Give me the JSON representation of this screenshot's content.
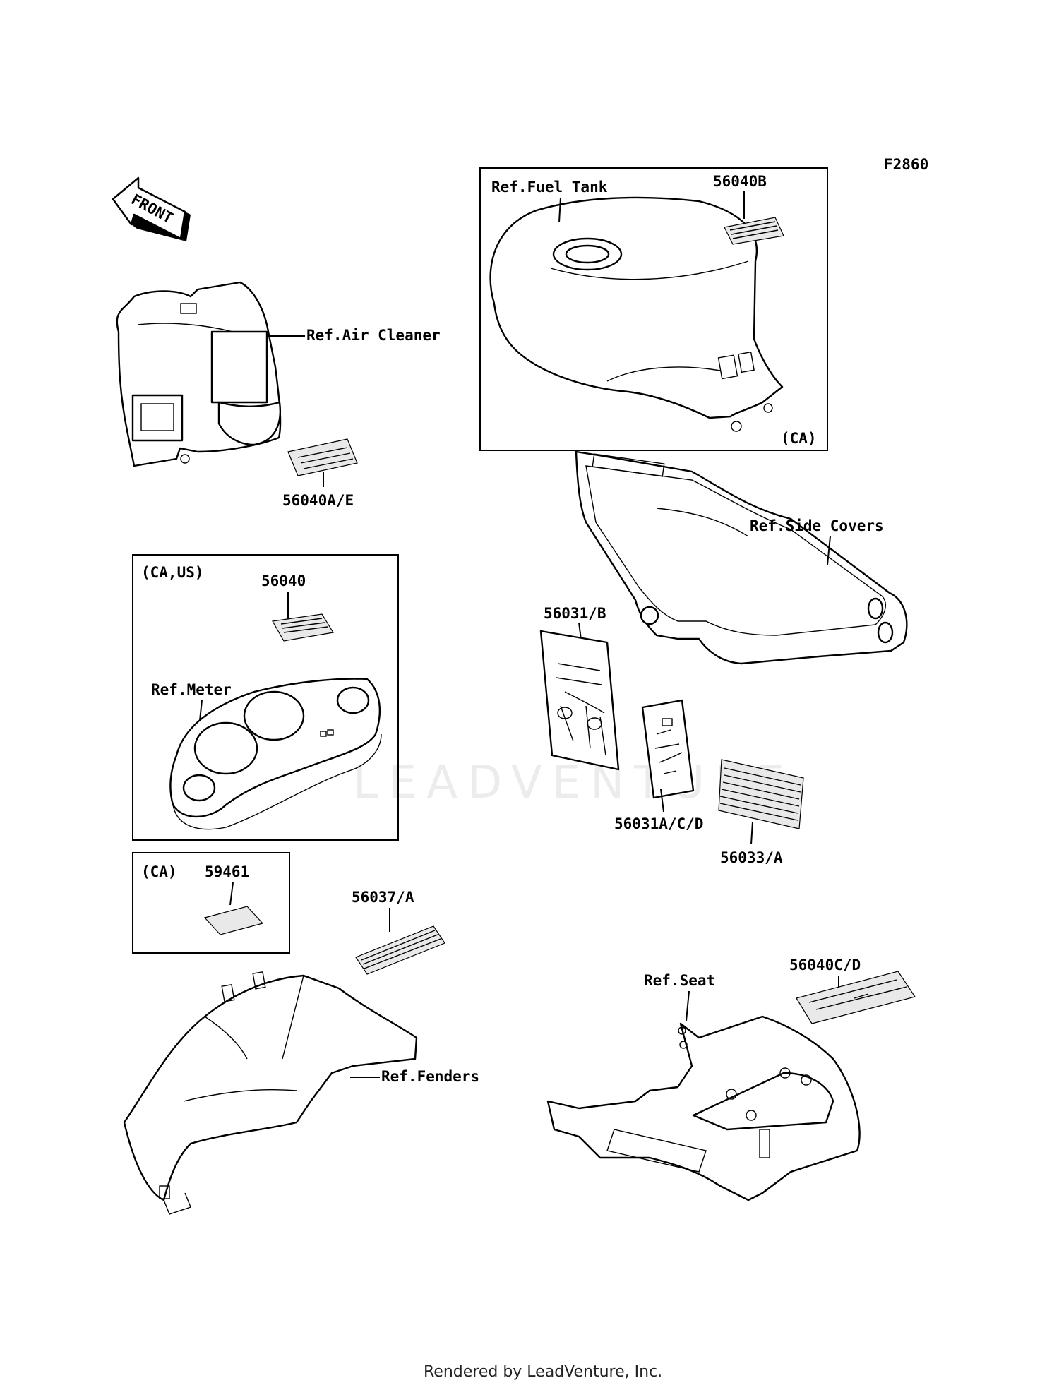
{
  "figure_code": "F2860",
  "front_label": "FRONT",
  "footer": "Rendered by LeadVenture, Inc.",
  "watermark": "LEADVENTURE",
  "boxes": {
    "fuel_tank_region": "(CA)",
    "meter_region": "(CA,US)",
    "decal_region": "(CA)"
  },
  "refs": {
    "air_cleaner": "Ref.Air Cleaner",
    "fuel_tank": "Ref.Fuel Tank",
    "side_covers": "Ref.Side Covers",
    "meter": "Ref.Meter",
    "fenders": "Ref.Fenders",
    "seat": "Ref.Seat"
  },
  "parts": {
    "p56040B": "56040B",
    "p56040AE": "56040A/E",
    "p56040": "56040",
    "p56031B": "56031/B",
    "p56031ACD": "56031A/C/D",
    "p56033A": "56033/A",
    "p59461": "59461",
    "p56037A": "56037/A",
    "p56040CD": "56040C/D"
  }
}
